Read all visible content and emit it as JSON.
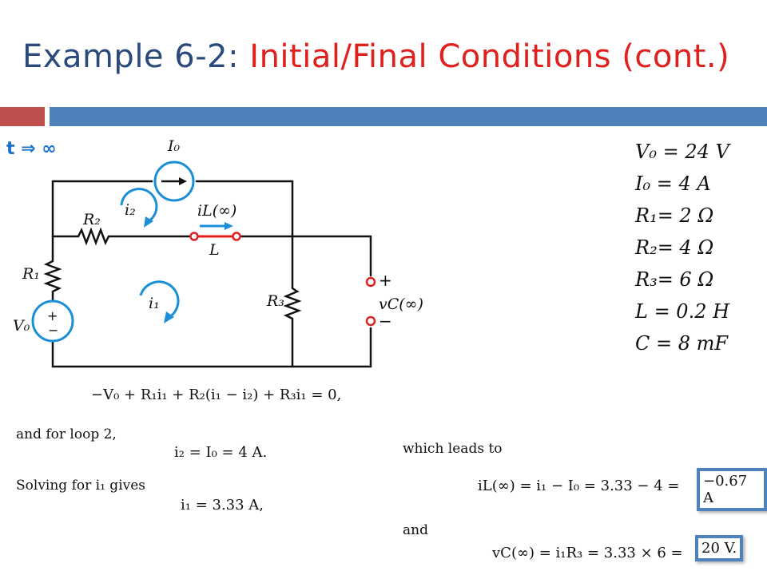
{
  "slide": {
    "title_blue": "Example 6-2: ",
    "title_red": "Initial/Final Conditions (cont.)",
    "t_label": "t ⇒ ∞"
  },
  "circuit": {
    "I0": "I₀",
    "i2": "i₂",
    "iL": "iL(∞)",
    "R2": "R₂",
    "L": "L",
    "R1": "R₁",
    "i1": "i₁",
    "R3": "R₃",
    "plus": "+",
    "minus": "−",
    "vC": "vC(∞)",
    "V0": "V₀"
  },
  "params": [
    "V₀ = 24 V",
    "I₀ = 4 A",
    "R₁= 2 Ω",
    "R₂= 4 Ω",
    "R₃= 6 Ω",
    "L = 0.2 H",
    "C = 8 mF"
  ],
  "equations": {
    "loop1": "−V₀ + R₁i₁ + R₂(i₁ − i₂) + R₃i₁ = 0,",
    "and_loop2": "and for loop 2,",
    "i2_eq": "i₂ = I₀ = 4 A.",
    "solving": "Solving for i₁ gives",
    "i1_eq": "i₁ = 3.33 A,",
    "leads_to": "which leads to",
    "iL_eq": "iL(∞) = i₁ − I₀ = 3.33 − 4 =",
    "iL_result": "−0.67 A",
    "and": "and",
    "vC_eq": "vC(∞) = i₁R₃ = 3.33 × 6 =",
    "vC_result": "20 V."
  },
  "colors": {
    "blue_title": "#2a4a7c",
    "red_title": "#e0201d",
    "bar_red": "#c0504d",
    "bar_blue": "#4f81bd",
    "arrow": "#1a8fd8",
    "inductor_red": "#e02020"
  }
}
